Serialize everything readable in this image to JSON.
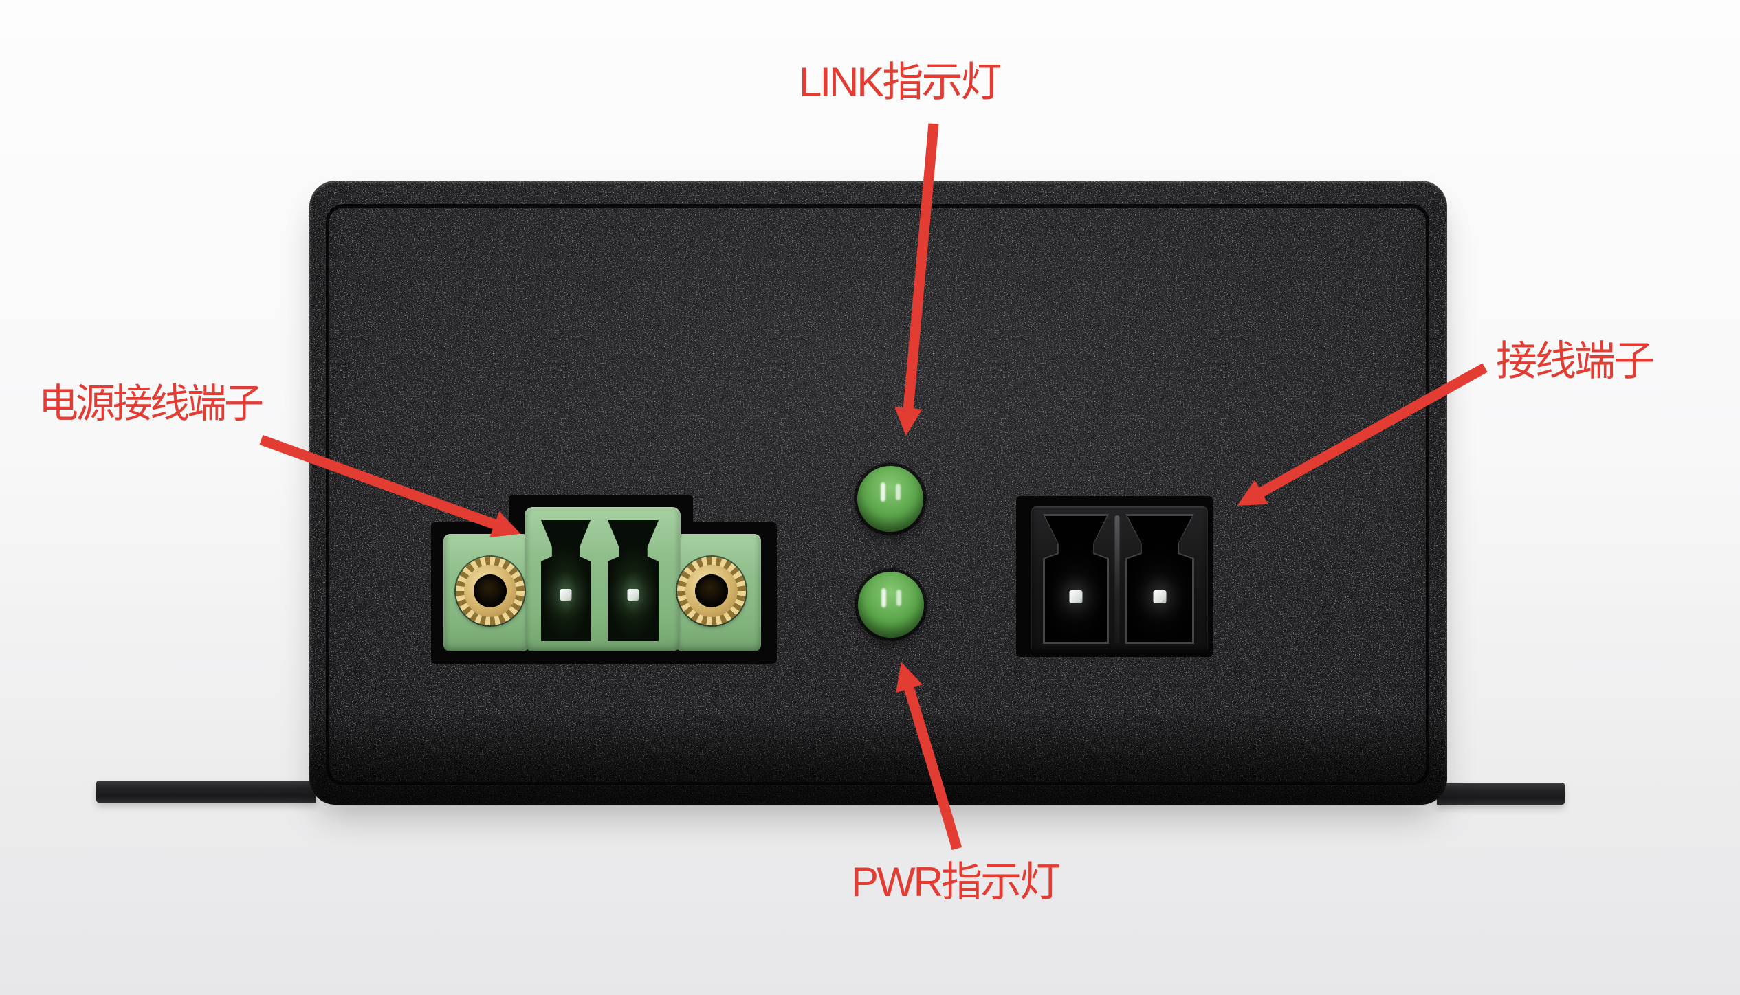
{
  "annotations": {
    "link_led": {
      "text": "LINK指示灯"
    },
    "power_terminal": {
      "text": "电源接线端子"
    },
    "wiring_terminal": {
      "text": "接线端子"
    },
    "pwr_led": {
      "text": "PWR指示灯"
    }
  },
  "colors": {
    "annotation": "#e23c33",
    "led-green": "#5ca64b",
    "terminal-green": "#8fbe8b",
    "case": "#1f1f21"
  }
}
